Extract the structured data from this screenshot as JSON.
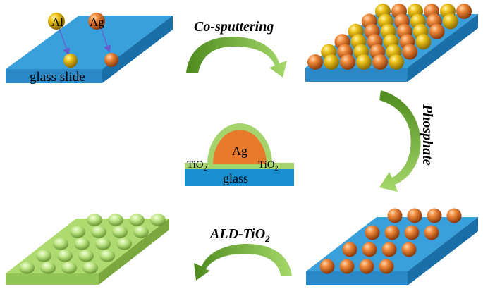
{
  "steps": {
    "co_sputtering": "Co-sputtering",
    "phosphate": "Phosphate",
    "ald_main": "ALD-TiO",
    "ald_sub": "2"
  },
  "labels": {
    "al": "Al",
    "ag_particle": "Ag",
    "glass_slide": "glass slide",
    "ag_core": "Ag",
    "tio2_main": "TiO",
    "tio2_sub": "2",
    "glass": "glass"
  },
  "colors": {
    "slab_top": "#3aa0db",
    "slab_side": "#1a6fa9",
    "slab_front": "#2a88c7",
    "green_top": "#aedb6f",
    "green_side": "#7aa83f",
    "green_front": "#93c456",
    "ag": "#e87a2c",
    "al": "#e8c21c",
    "tio2_shell": "#a5d36c",
    "arrow_green": "#7cb83c",
    "tag_arrow": "#6a5acd"
  }
}
